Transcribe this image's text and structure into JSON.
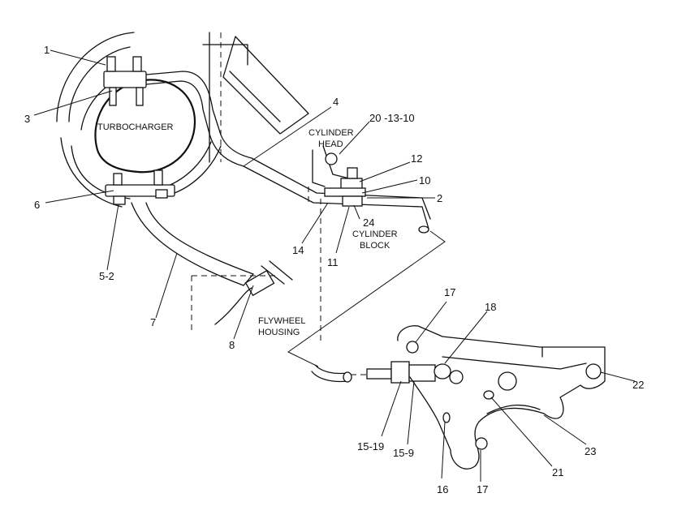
{
  "labels": {
    "turbocharger": "TURBOCHARGER",
    "cylinder_head_1": "CYLINDER",
    "cylinder_head_2": "HEAD",
    "cylinder_block_1": "CYLINDER",
    "cylinder_block_2": "BLOCK",
    "flywheel_housing_1": "FLYWHEEL",
    "flywheel_housing_2": "HOUSING"
  },
  "callouts": {
    "c1": "1",
    "c3": "3",
    "c4": "4",
    "c6": "6",
    "c5_2": "5-2",
    "c7": "7",
    "c8": "8",
    "c20_13_10": "20 -13-10",
    "c12": "12",
    "c10": "10",
    "c2": "2",
    "c24": "24",
    "c14": "14",
    "c11": "11",
    "c17_top": "17",
    "c18": "18",
    "c22": "22",
    "c15_19": "15-19",
    "c15_9": "15-9",
    "c16": "16",
    "c17_bottom": "17",
    "c21": "21",
    "c23": "23"
  }
}
